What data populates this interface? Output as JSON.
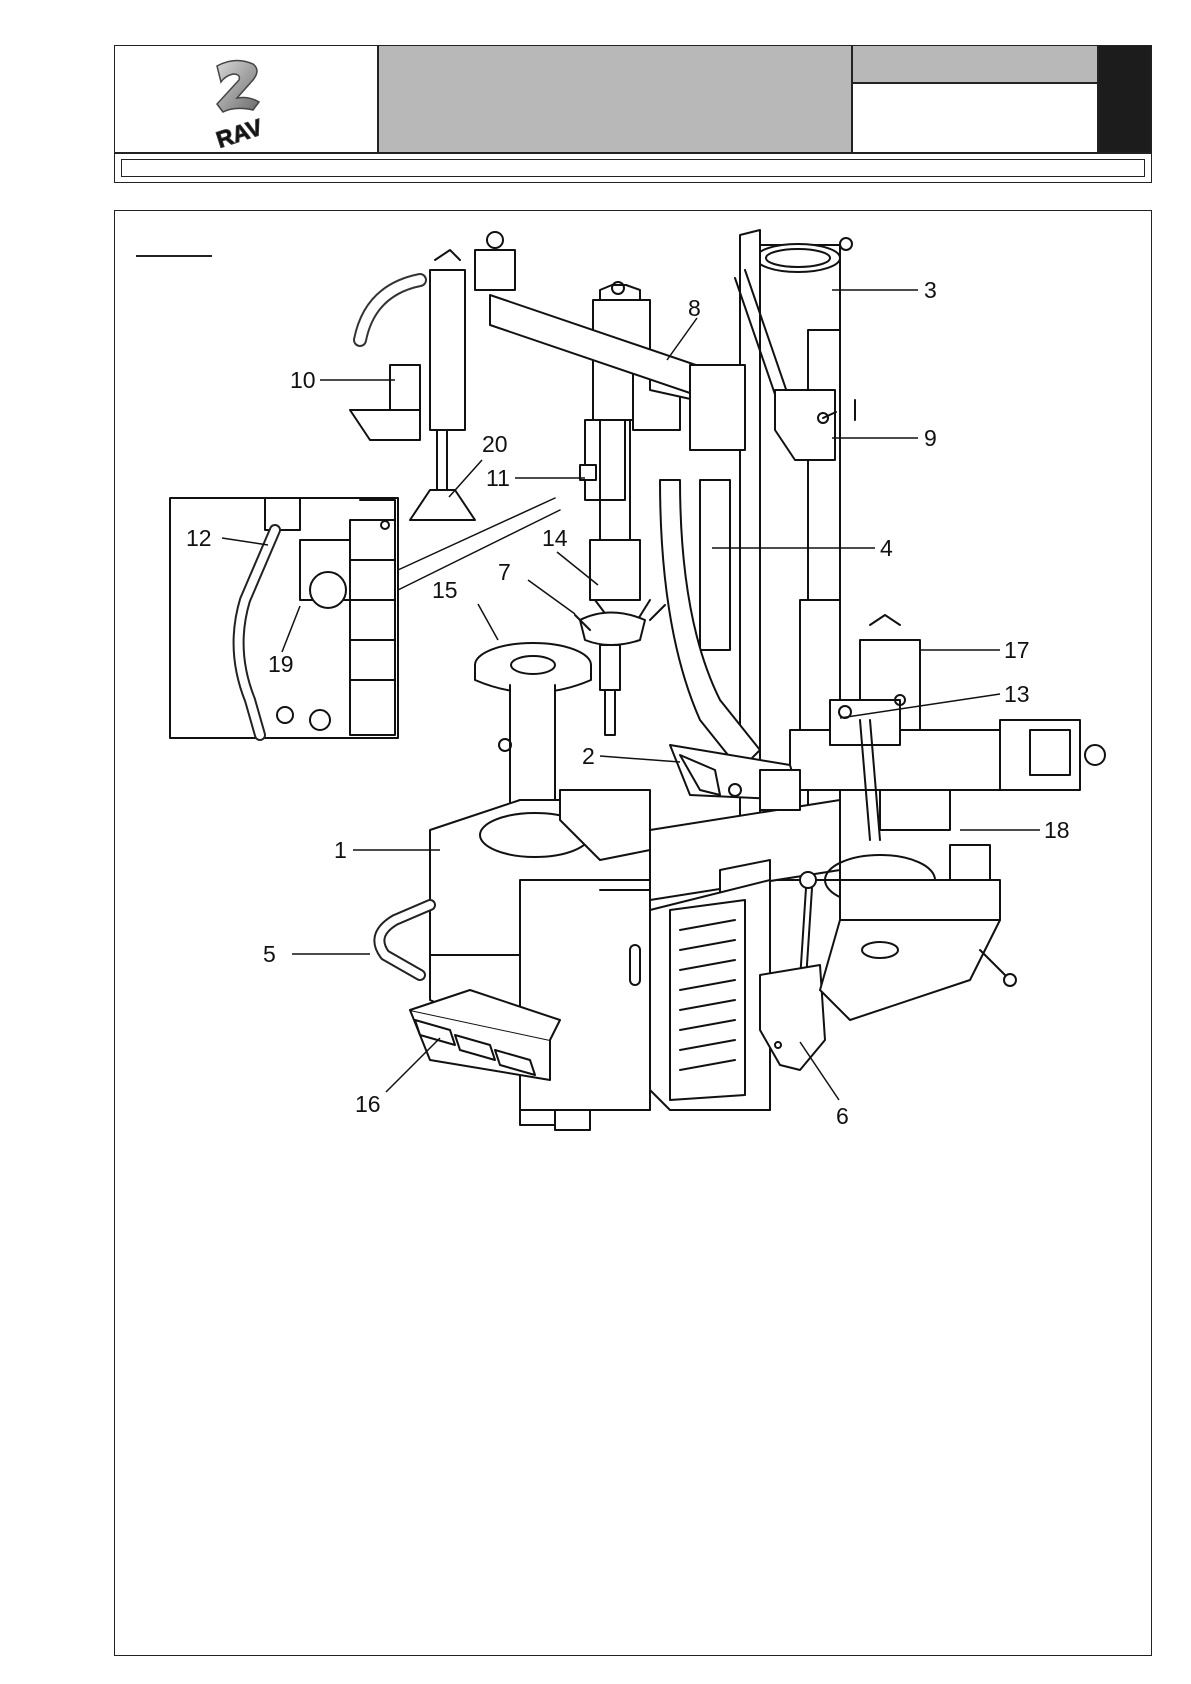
{
  "callouts": [
    {
      "id": "c1",
      "label": "1"
    },
    {
      "id": "c2",
      "label": "2"
    },
    {
      "id": "c3",
      "label": "3"
    },
    {
      "id": "c4",
      "label": "4"
    },
    {
      "id": "c5",
      "label": "5"
    },
    {
      "id": "c6",
      "label": "6"
    },
    {
      "id": "c7",
      "label": "7"
    },
    {
      "id": "c8",
      "label": "8"
    },
    {
      "id": "c9",
      "label": "9"
    },
    {
      "id": "c10",
      "label": "10"
    },
    {
      "id": "c11",
      "label": "11"
    },
    {
      "id": "c12",
      "label": "12"
    },
    {
      "id": "c13",
      "label": "13"
    },
    {
      "id": "c14",
      "label": "14"
    },
    {
      "id": "c15",
      "label": "15"
    },
    {
      "id": "c16",
      "label": "16"
    },
    {
      "id": "c17",
      "label": "17"
    },
    {
      "id": "c18",
      "label": "18"
    },
    {
      "id": "c19",
      "label": "19"
    },
    {
      "id": "c20",
      "label": "20"
    }
  ],
  "logo": {
    "text": "RAV",
    "icon": "rav-logo-icon"
  }
}
